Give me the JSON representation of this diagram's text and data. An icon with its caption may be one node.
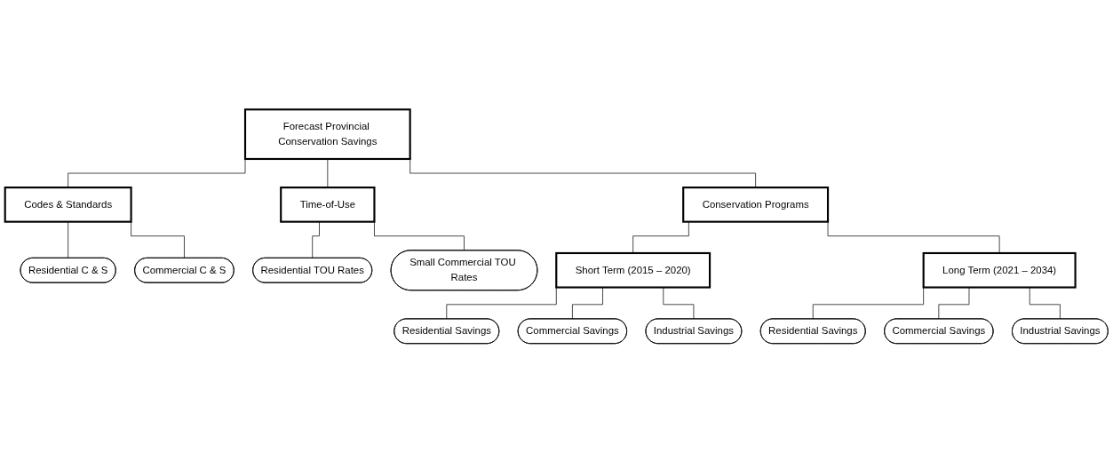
{
  "diagram": {
    "nodes": [
      {
        "text": [
          "Forecast Provincial Conservation Savings"
        ]
      },
      {
        "text": [
          "Codes & Standards"
        ]
      },
      {
        "text": [
          "Time-of-Use"
        ]
      },
      {
        "text": [
          "Conservation Programs"
        ]
      },
      {
        "text": [
          "Residential C & S"
        ]
      },
      {
        "text": [
          "Commercial C & S"
        ]
      },
      {
        "text": [
          "Residential TOU Rates"
        ]
      },
      {
        "text": [
          "Small Commercial TOU Rates"
        ]
      },
      {
        "text": [
          "Short Term (2015 – 2020)"
        ]
      },
      {
        "text": [
          "Long Term (2021 – 2034)"
        ]
      },
      {
        "text": [
          "Residential Savings"
        ]
      },
      {
        "text": [
          "Commercial Savings"
        ]
      },
      {
        "text": [
          "Industrial Savings"
        ]
      },
      {
        "text": [
          "Residential Savings"
        ]
      },
      {
        "text": [
          "Commercial Savings"
        ]
      },
      {
        "text": [
          "Industrial Savings"
        ]
      }
    ],
    "edges": [
      {
        "from": 0,
        "to": 1,
        "arrow": "none"
      },
      {
        "from": 0,
        "to": 2,
        "arrow": "none"
      },
      {
        "from": 0,
        "to": 3,
        "arrow": "none"
      },
      {
        "from": 1,
        "to": 4,
        "arrow": "none"
      },
      {
        "from": 1,
        "to": 5,
        "arrow": "none"
      },
      {
        "from": 2,
        "to": 6,
        "arrow": "none"
      },
      {
        "from": 2,
        "to": 7,
        "arrow": "none"
      },
      {
        "from": 3,
        "to": 8,
        "arrow": "none"
      },
      {
        "from": 3,
        "to": 9,
        "arrow": "none"
      },
      {
        "from": 8,
        "to": 10,
        "arrow": "none"
      },
      {
        "from": 8,
        "to": 11,
        "arrow": "none"
      },
      {
        "from": 8,
        "to": 12,
        "arrow": "none"
      },
      {
        "from": 9,
        "to": 13,
        "arrow": "none"
      },
      {
        "from": 9,
        "to": 14,
        "arrow": "none"
      },
      {
        "from": 9,
        "to": 15,
        "arrow": "none"
      }
    ]
  }
}
